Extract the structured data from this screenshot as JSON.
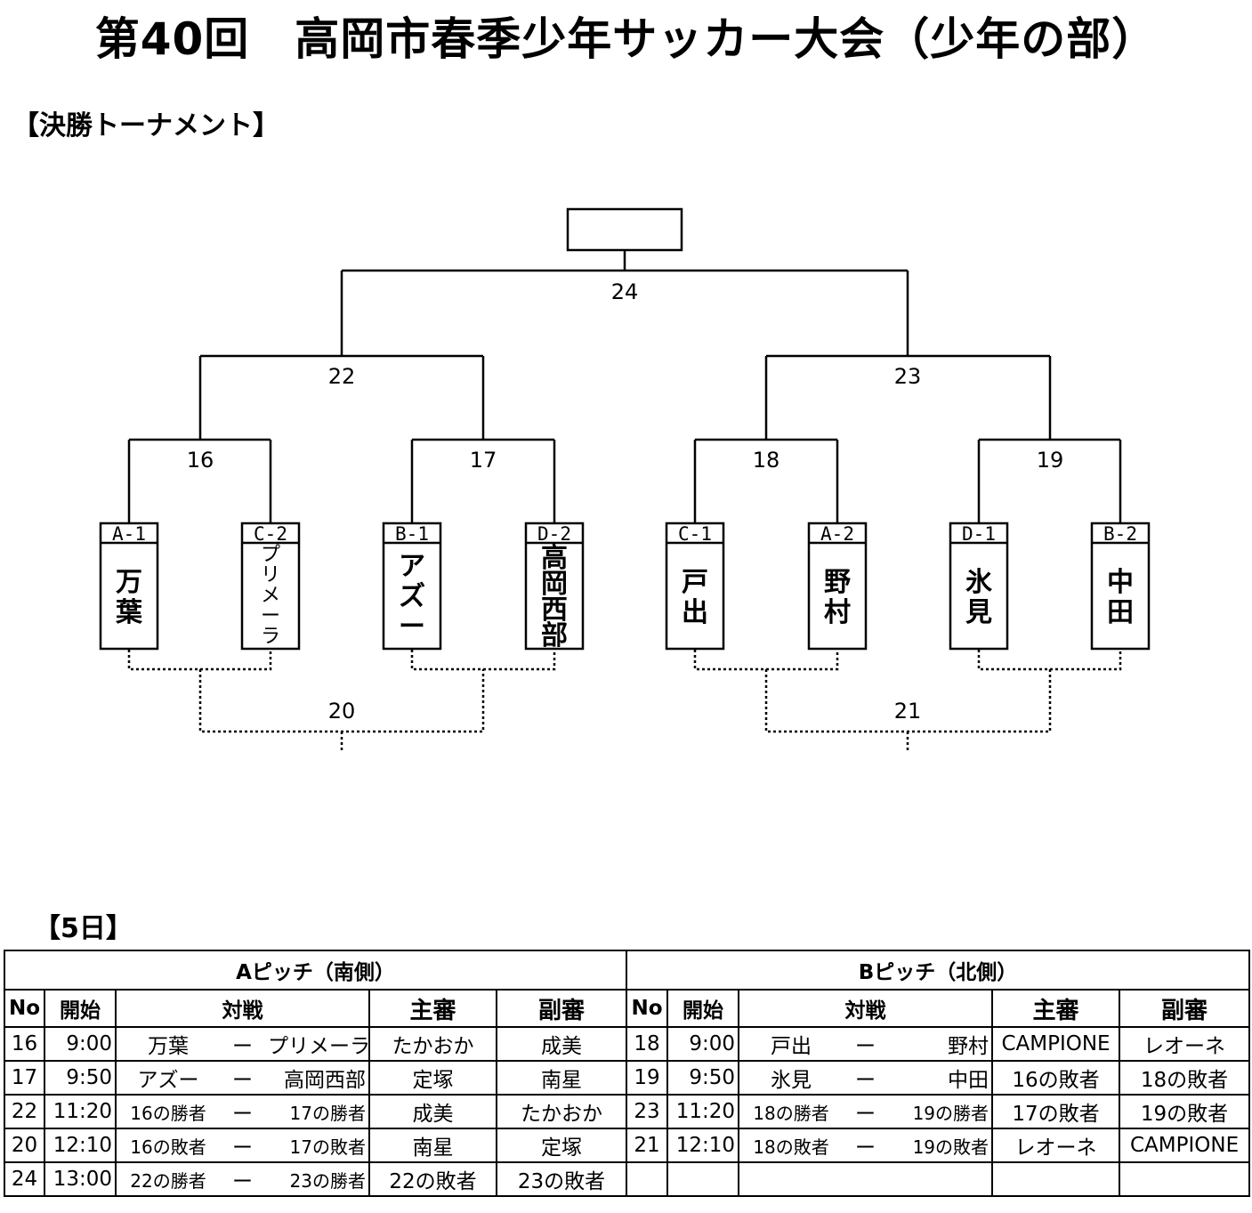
{
  "title": "第40回　高岡市春季少年サッカー大会（少年の部）",
  "bracket_section": "【決勝トーナメント】",
  "day_section": "【5日】",
  "bracket": {
    "match_numbers": {
      "m16": "16",
      "m17": "17",
      "m18": "18",
      "m19": "19",
      "m20": "20",
      "m21": "21",
      "m22": "22",
      "m23": "23",
      "m24": "24"
    },
    "slots": [
      {
        "code": "A-1",
        "team": [
          "万",
          "葉"
        ]
      },
      {
        "code": "C-2",
        "team": [
          "プ",
          "リ",
          "メ",
          "ー",
          "ラ"
        ]
      },
      {
        "code": "B-1",
        "team": [
          "ア",
          "ズ",
          "ー"
        ]
      },
      {
        "code": "D-2",
        "team": [
          "高",
          "岡",
          "西",
          "部"
        ]
      },
      {
        "code": "C-1",
        "team": [
          "戸",
          "出"
        ]
      },
      {
        "code": "A-2",
        "team": [
          "野",
          "村"
        ]
      },
      {
        "code": "D-1",
        "team": [
          "氷",
          "見"
        ]
      },
      {
        "code": "B-2",
        "team": [
          "中",
          "田"
        ]
      }
    ]
  },
  "schedule": {
    "pitch_a": "Aピッチ（南側）",
    "pitch_b": "Bピッチ（北側）",
    "headers": {
      "no": "No",
      "start": "開始",
      "match": "対戦",
      "referee": "主審",
      "assistant": "副審"
    },
    "dash": "ー",
    "rows": [
      {
        "a": {
          "no": "16",
          "time": "9:00",
          "t1": "万葉",
          "t2": "プリメーラ",
          "ref": "たかおか",
          "asst": "成美"
        },
        "b": {
          "no": "18",
          "time": "9:00",
          "t1": "戸出",
          "t2": "野村",
          "ref": "CAMPIONE",
          "asst": "レオーネ"
        }
      },
      {
        "a": {
          "no": "17",
          "time": "9:50",
          "t1": "アズー",
          "t2": "高岡西部",
          "ref": "定塚",
          "asst": "南星"
        },
        "b": {
          "no": "19",
          "time": "9:50",
          "t1": "氷見",
          "t2": "中田",
          "ref": "16の敗者",
          "asst": "18の敗者"
        }
      },
      {
        "a": {
          "no": "22",
          "time": "11:20",
          "t1": "16の勝者",
          "t2": "17の勝者",
          "ref": "成美",
          "asst": "たかおか"
        },
        "b": {
          "no": "23",
          "time": "11:20",
          "t1": "18の勝者",
          "t2": "19の勝者",
          "ref": "17の敗者",
          "asst": "19の敗者"
        }
      },
      {
        "a": {
          "no": "20",
          "time": "12:10",
          "t1": "16の敗者",
          "t2": "17の敗者",
          "ref": "南星",
          "asst": "定塚"
        },
        "b": {
          "no": "21",
          "time": "12:10",
          "t1": "18の敗者",
          "t2": "19の敗者",
          "ref": "レオーネ",
          "asst": "CAMPIONE"
        }
      },
      {
        "a": {
          "no": "24",
          "time": "13:00",
          "t1": "22の勝者",
          "t2": "23の勝者",
          "ref": "22の敗者",
          "asst": "23の敗者"
        },
        "b": {
          "no": "",
          "time": "",
          "t1": "",
          "t2": "",
          "ref": "",
          "asst": ""
        }
      }
    ]
  }
}
